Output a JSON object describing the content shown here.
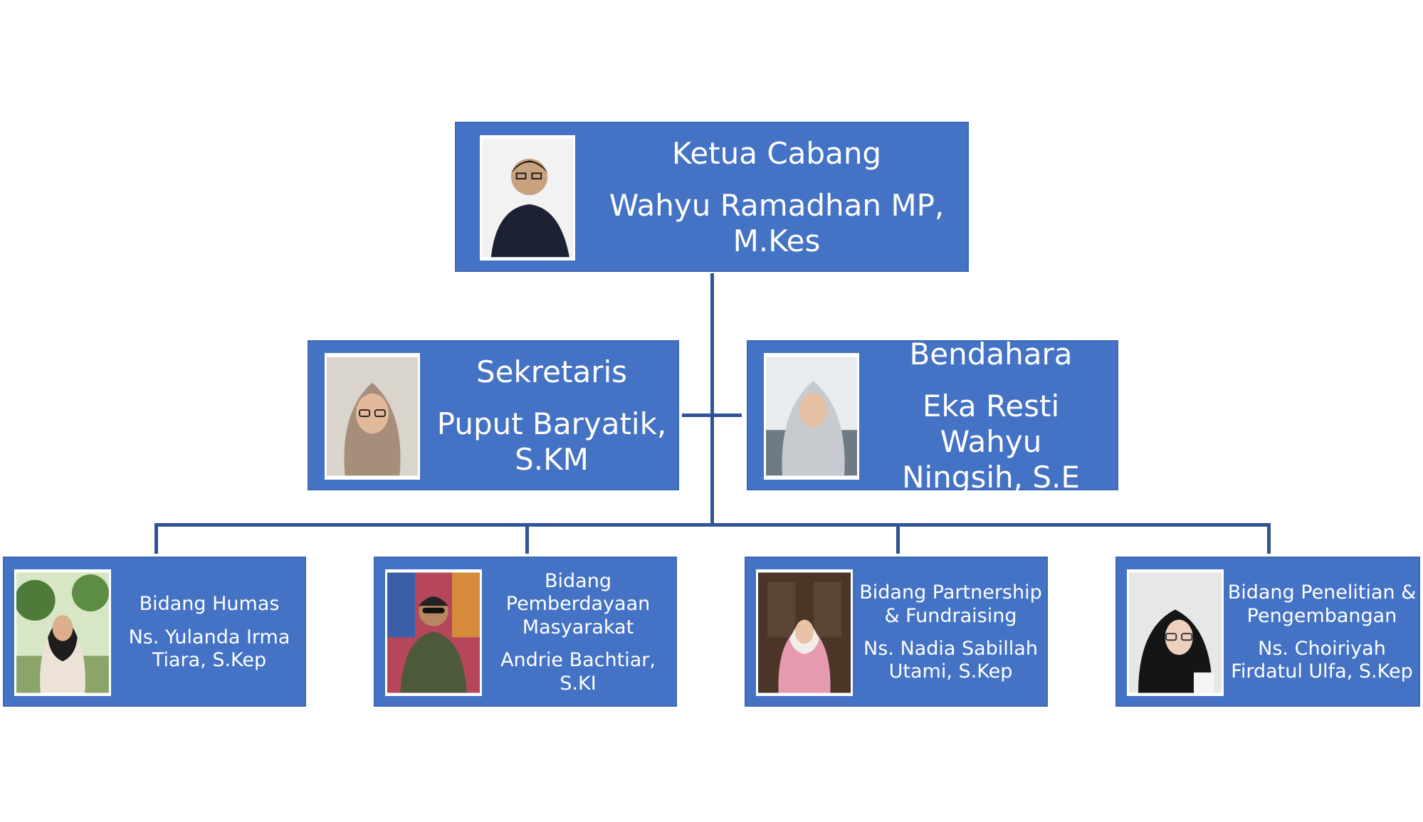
{
  "chart": {
    "head": {
      "role": "Ketua Cabang",
      "name": "Wahyu Ramadhan MP,\nM.Kes",
      "photo_icon": "person-photo-icon"
    },
    "secretary": {
      "role": "Sekretaris",
      "name": "Puput Baryatik,\nS.KM",
      "photo_icon": "person-photo-icon"
    },
    "treasurer": {
      "role": "Bendahara",
      "name": "Eka Resti Wahyu\nNingsih, S.E",
      "photo_icon": "person-photo-icon"
    },
    "divisions": [
      {
        "role": "Bidang Humas",
        "name": "Ns. Yulanda Irma\nTiara, S.Kep"
      },
      {
        "role": "Bidang\nPemberdayaan\nMasyarakat",
        "name": "Andrie Bachtiar, S.KI"
      },
      {
        "role": "Bidang Partnership\n& Fundraising",
        "name": "Ns. Nadia Sabillah\nUtami, S.Kep"
      },
      {
        "role": "Bidang Penelitian &\nPengembangan",
        "name": "Ns. Choiriyah\nFirdatul Ulfa, S.Kep"
      }
    ]
  },
  "colors": {
    "box_fill": "#4472c4",
    "connector": "#2f5597",
    "text": "#ffffff"
  }
}
